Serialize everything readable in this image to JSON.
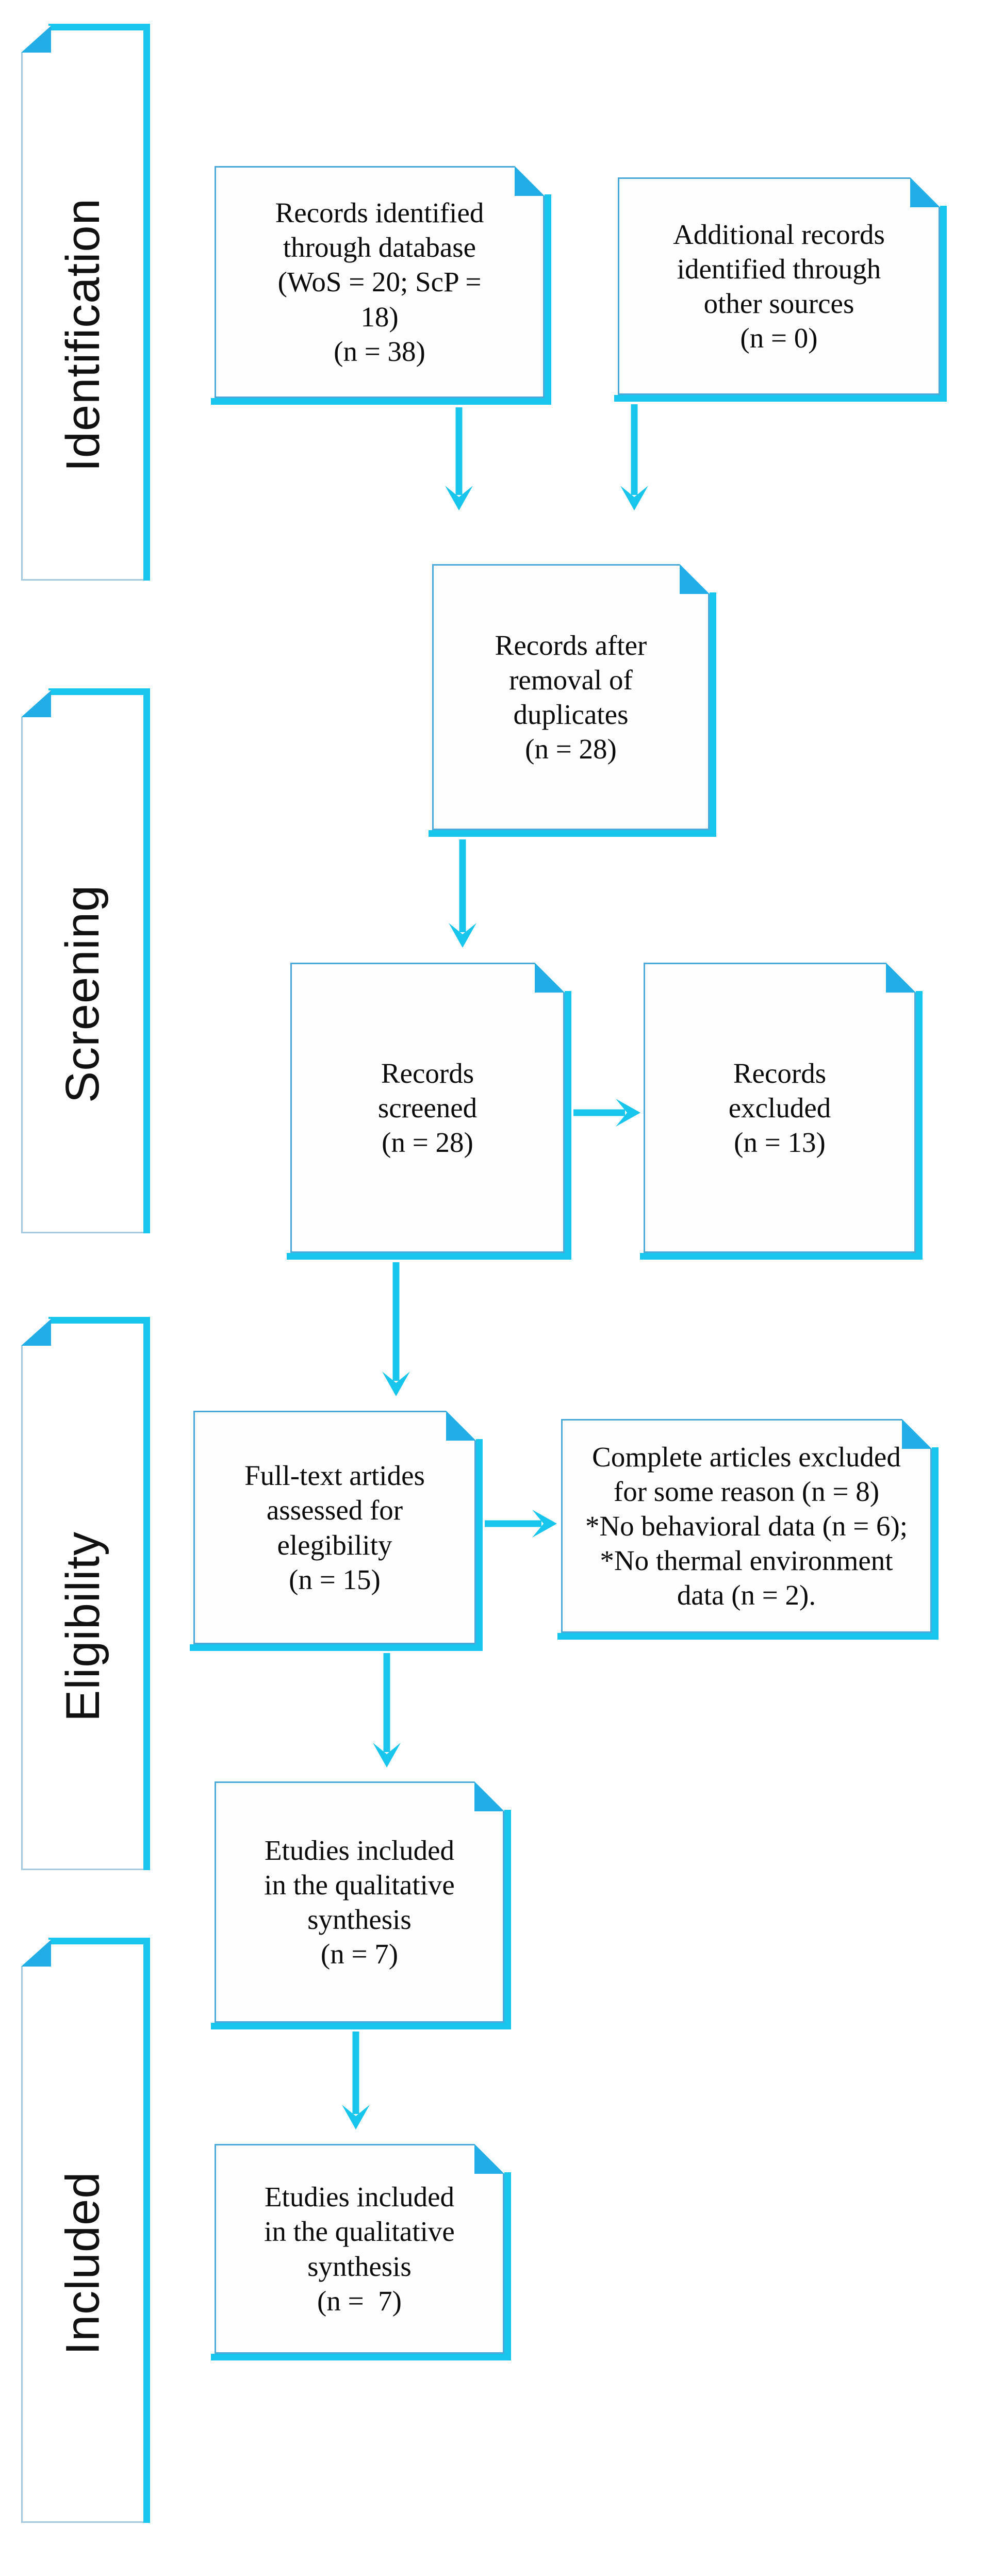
{
  "stages": [
    {
      "label": "Identification"
    },
    {
      "label": "Screening"
    },
    {
      "label": "Eligibility"
    },
    {
      "label": "Included"
    }
  ],
  "boxes": [
    {
      "id": "records-identified",
      "text": "Records identified\nthrough database\n(WoS = 20; ScP =\n18)\n(n = 38)"
    },
    {
      "id": "additional-records",
      "text": "Additional records\nidentified through\nother sources\n(n = 0)"
    },
    {
      "id": "records-after-duplicates",
      "text": "Records after\nremoval of\nduplicates\n(n = 28)"
    },
    {
      "id": "records-screened",
      "text": "Records\nscreened\n(n = 28)"
    },
    {
      "id": "records-excluded",
      "text": "Records\nexcluded\n(n = 13)"
    },
    {
      "id": "fulltext-assessed",
      "text": "Full-text artides\nassessed for\nelegibility\n(n = 15)"
    },
    {
      "id": "complete-articles-excluded",
      "text": "Complete articles excluded\nfor some reason (n = 8)\n*No behavioral data (n = 6);\n*No thermal environment\ndata (n = 2)."
    },
    {
      "id": "studies-included-qualitative",
      "text": "Etudies included\nin the qualitative\nsynthesis\n(n = 7)"
    },
    {
      "id": "studies-included-final",
      "text": "Etudies included\nin the qualitative\nsynthesis\n(n =  7)"
    }
  ],
  "colors": {
    "accent_cyan": "#18c5ec",
    "fold_cyan": "#23ade6",
    "box_border": "#4aa9d8",
    "stage_border": "#a3c9e0",
    "text": "#0b0b0b"
  }
}
